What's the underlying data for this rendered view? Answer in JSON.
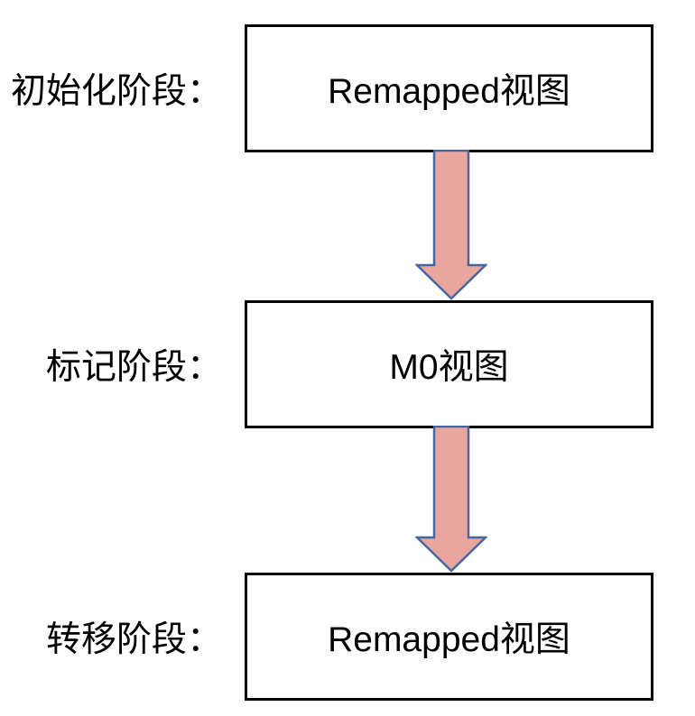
{
  "diagram": {
    "rows": [
      {
        "label": "初始化阶段：",
        "box_text": "Remapped视图"
      },
      {
        "label": "标记阶段：",
        "box_text": "M0视图"
      },
      {
        "label": "转移阶段：",
        "box_text": "Remapped视图"
      }
    ],
    "arrows": [
      {
        "direction": "down"
      },
      {
        "direction": "down"
      }
    ],
    "colors": {
      "arrow_fill": "#E8A69E",
      "arrow_stroke": "#44679F",
      "box_border": "#000000",
      "text": "#000000",
      "background": "#FFFFFF"
    }
  }
}
